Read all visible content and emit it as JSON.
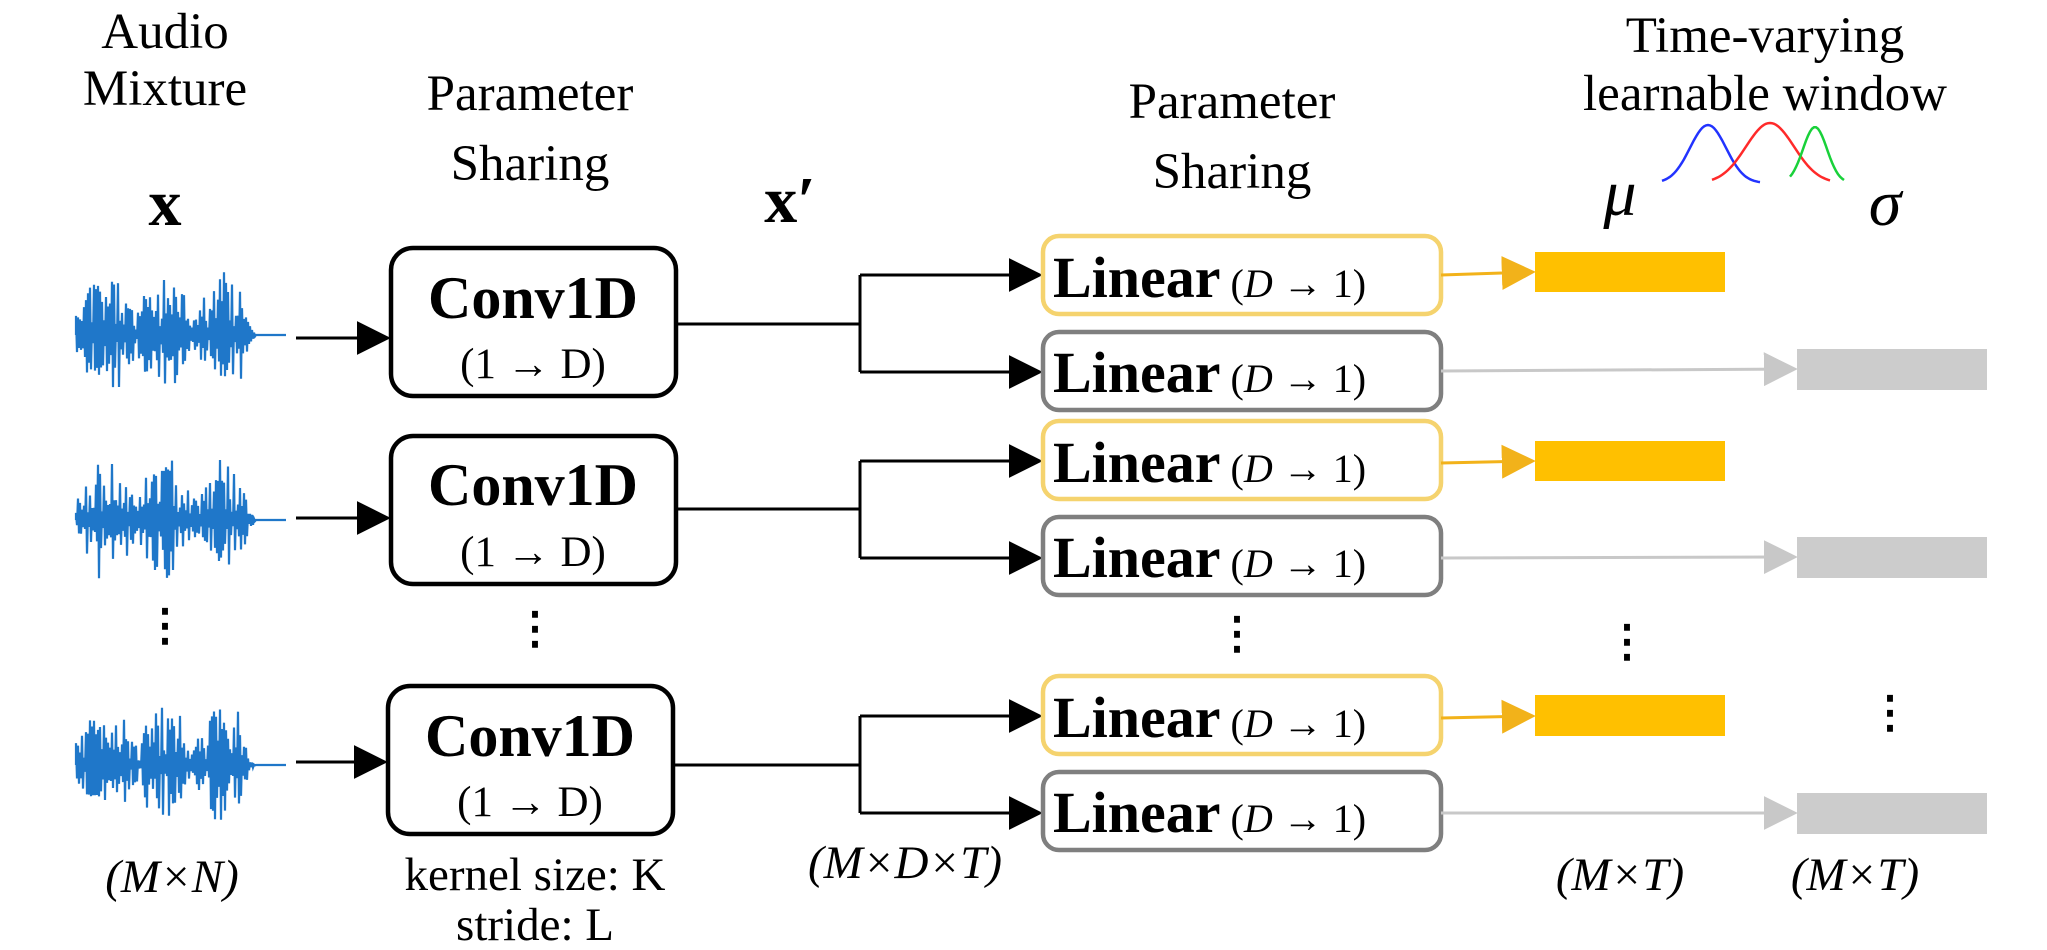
{
  "labels": {
    "audio": [
      "Audio",
      "Mixture"
    ],
    "sharing_left": [
      "Parameter",
      "Sharing"
    ],
    "sharing_right": [
      "Parameter",
      "Sharing"
    ],
    "window": [
      "Time-varying",
      "learnable window"
    ],
    "x_symbol": "x",
    "xprime_symbol": "x′",
    "mu_symbol": "μ",
    "sigma_symbol": "σ",
    "dim_input": "(M×N)",
    "dim_latent": "(M×D×T)",
    "dim_mu": "(M×T)",
    "dim_sigma": "(M×T)",
    "kernel": "kernel size: K",
    "stride": "stride: L",
    "vdots": "⋮"
  },
  "conv": {
    "title": "Conv1D",
    "dims": "(1 → D)"
  },
  "linear": {
    "title": "Linear",
    "dims": "(D → 1)"
  },
  "rows": [
    {
      "mu_linear": "Linear",
      "sigma_linear": "Linear"
    },
    {
      "mu_linear": "Linear",
      "sigma_linear": "Linear"
    },
    {
      "mu_linear": "Linear",
      "sigma_linear": "Linear"
    }
  ],
  "colors": {
    "waveform": "#1f77c9",
    "mu_border": "#f5d36e",
    "mu_bar": "#ffc000",
    "mu_arrow": "#f2b21a",
    "sigma_border": "#7f7f7f",
    "sigma_bar": "#cccccc",
    "sigma_arrow": "#c8c8c8",
    "gauss_1": "#2233ff",
    "gauss_2": "#ff2a2a",
    "gauss_3": "#19d13a"
  }
}
